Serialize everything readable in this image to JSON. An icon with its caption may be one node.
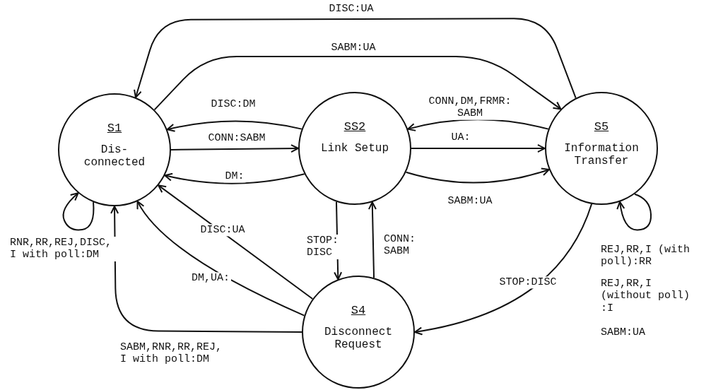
{
  "diagram": {
    "nodes": [
      {
        "text": [
          "S1",
          "Dis- connected"
        ]
      },
      {
        "text": [
          "SS2",
          "Link Setup"
        ]
      },
      {
        "text": [
          "S5",
          "Information Transfer"
        ]
      },
      {
        "text": [
          "S4",
          "Disconnect Request"
        ]
      }
    ],
    "edges": [
      {
        "from": 2,
        "to": 0,
        "arrow": "to",
        "label": "DISC:UA"
      },
      {
        "from": 0,
        "to": 2,
        "arrow": "to",
        "label": "SABM:UA"
      },
      {
        "from": 1,
        "to": 0,
        "arrow": "to",
        "label": "DISC:DM"
      },
      {
        "from": 0,
        "to": 1,
        "arrow": "to",
        "label": "CONN:SABM"
      },
      {
        "from": 1,
        "to": 0,
        "arrow": "to",
        "label": "DM:"
      },
      {
        "from": 2,
        "to": 1,
        "arrow": "to",
        "label": "CONN,DM,FRMR: SABM"
      },
      {
        "from": 1,
        "to": 2,
        "arrow": "to",
        "label": "UA:"
      },
      {
        "from": 1,
        "to": 2,
        "arrow": "to",
        "label": "SABM:UA"
      },
      {
        "from": 0,
        "to": 0,
        "arrow": "to",
        "label": "RNR,RR,REJ,DISC, I with poll:DM"
      },
      {
        "from": 3,
        "to": 0,
        "arrow": "to",
        "label": "DISC:UA"
      },
      {
        "from": 3,
        "to": 0,
        "arrow": "to",
        "label": "DM,UA:"
      },
      {
        "from": 3,
        "to": 0,
        "arrow": "to",
        "label": "SABM,RNR,RR,REJ, I with poll:DM"
      },
      {
        "from": 1,
        "to": 3,
        "arrow": "to",
        "label": "STOP: DISC"
      },
      {
        "from": 3,
        "to": 1,
        "arrow": "to",
        "label": "CONN: SABM"
      },
      {
        "from": 2,
        "to": 3,
        "arrow": "to",
        "label": "STOP:DISC"
      },
      {
        "from": 2,
        "to": 2,
        "arrow": "to",
        "label": "REJ,RR,I (with poll):RR"
      }
    ],
    "labels": [
      "REJ,RR,I (without poll) :I",
      "SABM:UA"
    ]
  }
}
